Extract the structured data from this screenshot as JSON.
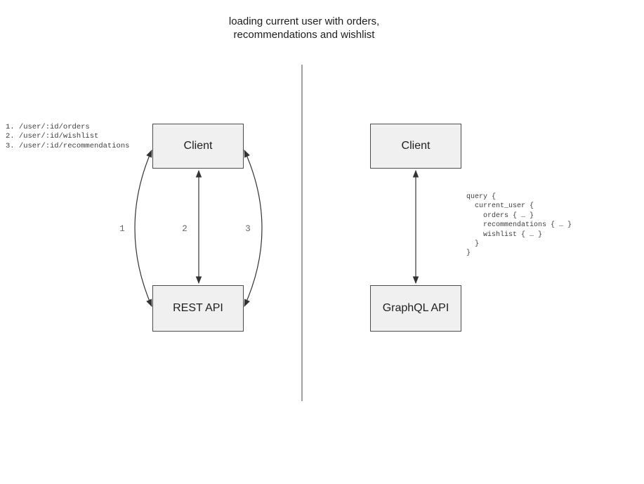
{
  "title": {
    "line1": "loading current user with orders,",
    "line2": "recommendations and wishlist"
  },
  "left": {
    "client_label": "Client",
    "api_label": "REST API",
    "endpoints": [
      "1. /user/:id/orders",
      "2. /user/:id/wishlist",
      "3. /user/:id/recommendations"
    ],
    "arrow_labels": [
      "1",
      "2",
      "3"
    ]
  },
  "right": {
    "client_label": "Client",
    "api_label": "GraphQL API",
    "query_text": "query {\n  current_user {\n    orders { … }\n    recommendations { … }\n    wishlist { … }\n  }\n}"
  },
  "colors": {
    "box_fill": "#f0f0f0",
    "box_border": "#4d4d4d",
    "arrow": "#333333",
    "divider": "#808080",
    "label_gray": "#666666"
  }
}
